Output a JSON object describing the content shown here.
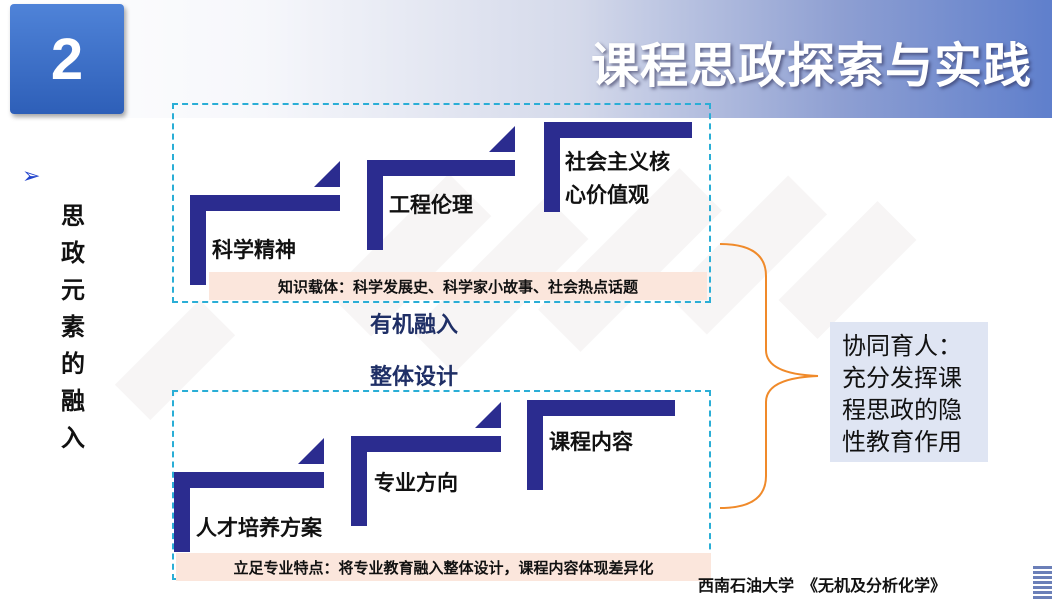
{
  "header": {
    "badge_number": "2",
    "title": "课程思政探索与实践"
  },
  "sidebar": {
    "bullet": "➢",
    "vertical_title": [
      "思",
      "政",
      "元",
      "素",
      "的",
      "融",
      "入"
    ]
  },
  "top_group": {
    "steps": [
      "科学精神",
      "工程伦理",
      "社会主义核心价值观"
    ],
    "note": "知识载体：科学发展史、科学家小故事、社会热点话题"
  },
  "middle": {
    "label1": "有机融入",
    "label2": "整体设计"
  },
  "bottom_group": {
    "steps": [
      "人才培养方案",
      "专业方向",
      "课程内容"
    ],
    "note": "立足专业特点：将专业教育融入整体设计，课程内容体现差异化"
  },
  "summary": [
    "协同育人：",
    "充分发挥课",
    "程思政的隐",
    "性教育作用"
  ],
  "footer": {
    "text": "西南石油大学　《无机及分析化学》"
  },
  "colors": {
    "step": "#2b2c8f",
    "accent": "#f08a2a",
    "dash": "#2aaed6",
    "note_bg": "#fbe6dc",
    "summary_bg": "#dfe5f3"
  }
}
